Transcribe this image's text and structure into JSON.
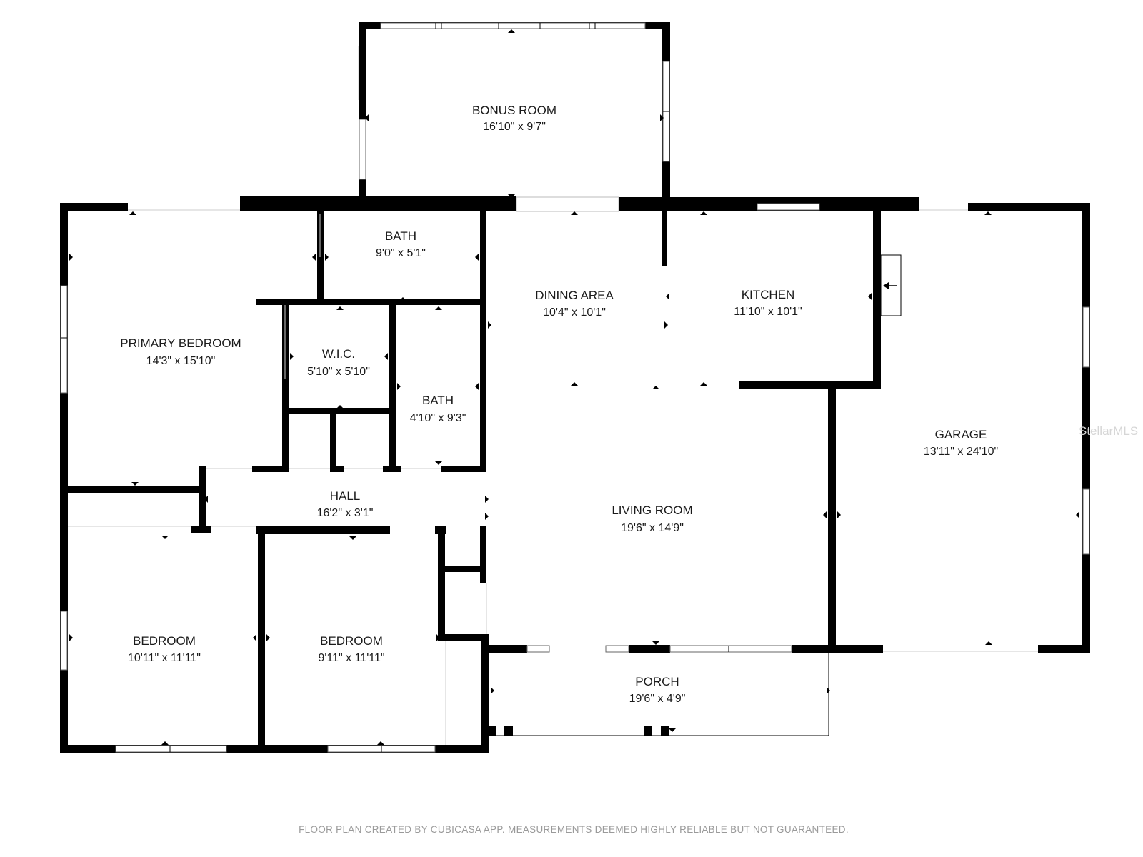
{
  "rooms": [
    {
      "id": "bonus-room",
      "name": "BONUS ROOM",
      "dims": "16'10\" x 9'7\""
    },
    {
      "id": "bath-upper",
      "name": "BATH",
      "dims": "9'0\" x 5'1\""
    },
    {
      "id": "primary-bedroom",
      "name": "PRIMARY BEDROOM",
      "dims": "14'3\" x 15'10\""
    },
    {
      "id": "wic",
      "name": "W.I.C.",
      "dims": "5'10\" x 5'10\""
    },
    {
      "id": "bath-lower",
      "name": "BATH",
      "dims": "4'10\" x 9'3\""
    },
    {
      "id": "dining-area",
      "name": "DINING AREA",
      "dims": "10'4\" x 10'1\""
    },
    {
      "id": "kitchen",
      "name": "KITCHEN",
      "dims": "11'10\" x 10'1\""
    },
    {
      "id": "garage",
      "name": "GARAGE",
      "dims": "13'11\" x 24'10\""
    },
    {
      "id": "hall",
      "name": "HALL",
      "dims": "16'2\" x 3'1\""
    },
    {
      "id": "living-room",
      "name": "LIVING ROOM",
      "dims": "19'6\" x 14'9\""
    },
    {
      "id": "bedroom-left",
      "name": "BEDROOM",
      "dims": "10'11\" x 11'11\""
    },
    {
      "id": "bedroom-middle",
      "name": "BEDROOM",
      "dims": "9'11\" x 11'11\""
    },
    {
      "id": "porch",
      "name": "PORCH",
      "dims": "19'6\" x 4'9\""
    }
  ],
  "footer": {
    "disclaimer": "FLOOR PLAN CREATED BY CUBICASA APP. MEASUREMENTS DEEMED HIGHLY RELIABLE BUT NOT GUARANTEED."
  },
  "watermark": {
    "text": "StellarMLS"
  },
  "colors": {
    "wall": "#000000",
    "background": "#ffffff",
    "disclaimer": "#9a9a9a"
  }
}
